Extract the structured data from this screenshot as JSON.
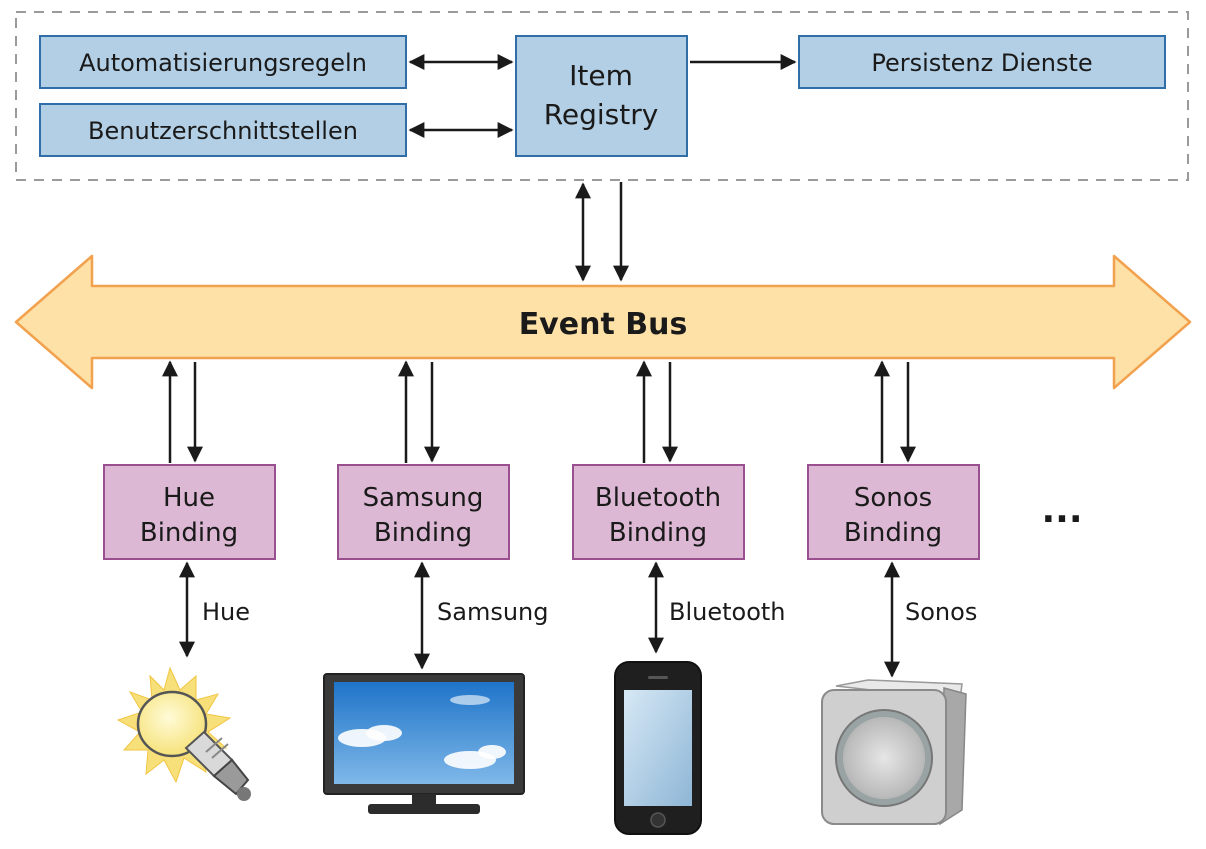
{
  "core": {
    "rules_label": "Automatisierungsregeln",
    "ui_label": "Benutzerschnittstellen",
    "registry_line1": "Item",
    "registry_line2": "Registry",
    "persistence_label": "Persistenz Dienste"
  },
  "bus": {
    "label": "Event Bus"
  },
  "bindings": [
    {
      "line1": "Hue",
      "line2": "Binding",
      "protocol": "Hue",
      "device_icon": "light-bulb-icon"
    },
    {
      "line1": "Samsung",
      "line2": "Binding",
      "protocol": "Samsung",
      "device_icon": "television-icon"
    },
    {
      "line1": "Bluetooth",
      "line2": "Binding",
      "protocol": "Bluetooth",
      "device_icon": "smartphone-icon"
    },
    {
      "line1": "Sonos",
      "line2": "Binding",
      "protocol": "Sonos",
      "device_icon": "speaker-icon"
    }
  ],
  "ellipsis": "...",
  "colors": {
    "core_box_fill": "#b3cfe5",
    "core_box_stroke": "#2f6ea6",
    "binding_fill": "#dcb8d4",
    "binding_stroke": "#9a4f8e",
    "bus_fill": "#fde1a6",
    "bus_stroke": "#f2a14e",
    "arrow": "#1a1a1a",
    "dashed_border": "#9a9a9a"
  }
}
